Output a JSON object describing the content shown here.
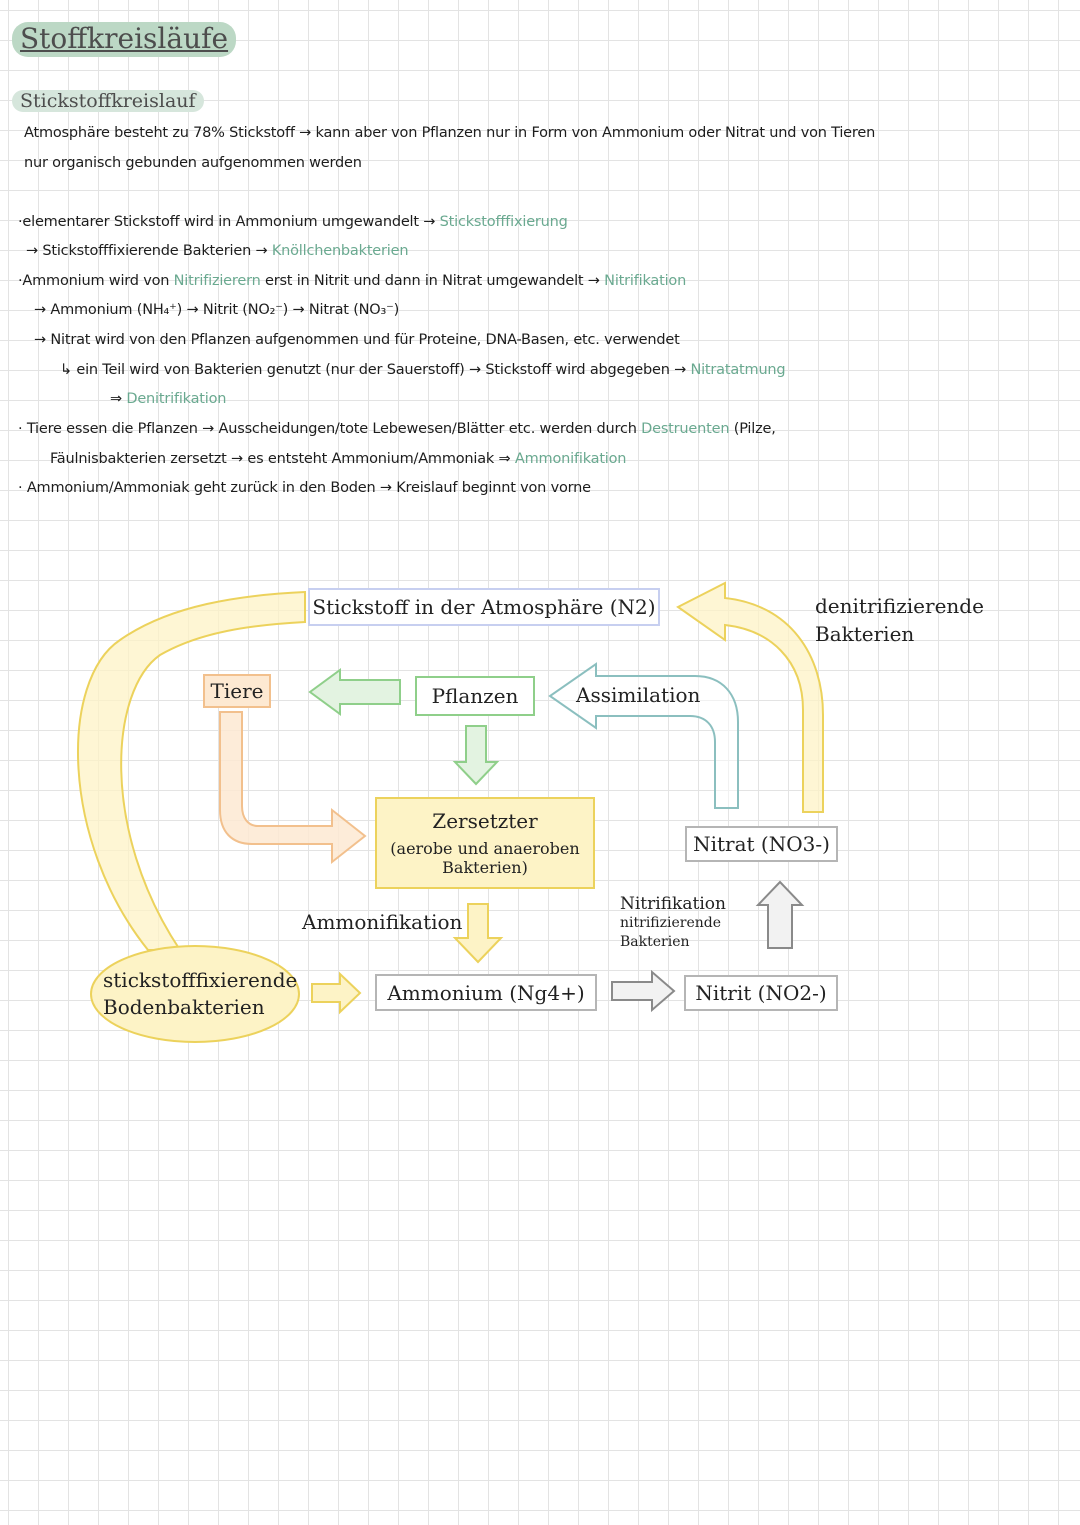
{
  "header": {
    "title": "Stoffkreisläufe",
    "subtitle": "Stickstoffkreislauf"
  },
  "notes": {
    "l1": "Atmosphäre besteht zu 78% Stickstoff → kann aber von Pflanzen nur in Form von Ammonium oder Nitrat und von Tieren",
    "l2": "nur organisch gebunden aufgenommen werden",
    "l3a": "·elementarer Stickstoff wird in Ammonium umgewandelt → ",
    "l3b": "Stickstofffixierung",
    "l4a": "→ Stickstofffixierende Bakterien → ",
    "l4b": "Knöllchenbakterien",
    "l5a": "·Ammonium wird von ",
    "l5b": "Nitrifizierern",
    "l5c": " erst in Nitrit und dann in Nitrat umgewandelt → ",
    "l5d": "Nitrifikation",
    "l6": "→ Ammonium (NH₄⁺) → Nitrit (NO₂⁻) → Nitrat (NO₃⁻)",
    "l7": "→ Nitrat wird von den Pflanzen aufgenommen und für Proteine, DNA-Basen, etc. verwendet",
    "l8a": "↳ ein Teil wird von Bakterien genutzt (nur der Sauerstoff) → Stickstoff wird abgegeben → ",
    "l8b": "Nitratatmung",
    "l9a": "⇒ ",
    "l9b": "Denitrifikation",
    "l10a": "· Tiere essen die Pflanzen → Ausscheidungen/tote Lebewesen/Blätter etc. werden durch ",
    "l10b": "Destruenten",
    "l10c": " (Pilze,",
    "l11a": "Fäulnisbakterien zersetzt → es entsteht Ammonium/Ammoniak ⇒ ",
    "l11b": "Ammonifikation",
    "l12": "· Ammonium/Ammoniak geht zurück in den Boden → Kreislauf beginnt von vorne"
  },
  "diagram": {
    "atmosphere": "Stickstoff in der Atmosphäre (N2)",
    "denitrifying_1": "denitrifizierende",
    "denitrifying_2": "Bakterien",
    "animals": "Tiere",
    "plants": "Pflanzen",
    "assimilation": "Assimilation",
    "decomposers_1": "Zersetzter",
    "decomposers_2": "(aerobe und anaeroben",
    "decomposers_3": "Bakterien)",
    "nitrate": "Nitrat (NO3-)",
    "nitrification": "Nitrifikation",
    "nitrifying_1": "nitrifizierende",
    "nitrifying_2": "Bakterien",
    "ammonification": "Ammonifikation",
    "fixing_1": "stickstofffixierende",
    "fixing_2": "Bodenbakterien",
    "ammonium": "Ammonium (Ng4+)",
    "nitrite": "Nitrit (NO2-)"
  },
  "colors": {
    "highlight_green": "#6aa990",
    "yellow_fill": "#fdf3c6",
    "yellow_stroke": "#ecd25c",
    "green_fill": "#e3f3e1",
    "green_stroke": "#8fcf8a",
    "teal_stroke": "#8bbfbf",
    "orange_fill": "#fde9d2",
    "orange_stroke": "#f2c08d"
  }
}
